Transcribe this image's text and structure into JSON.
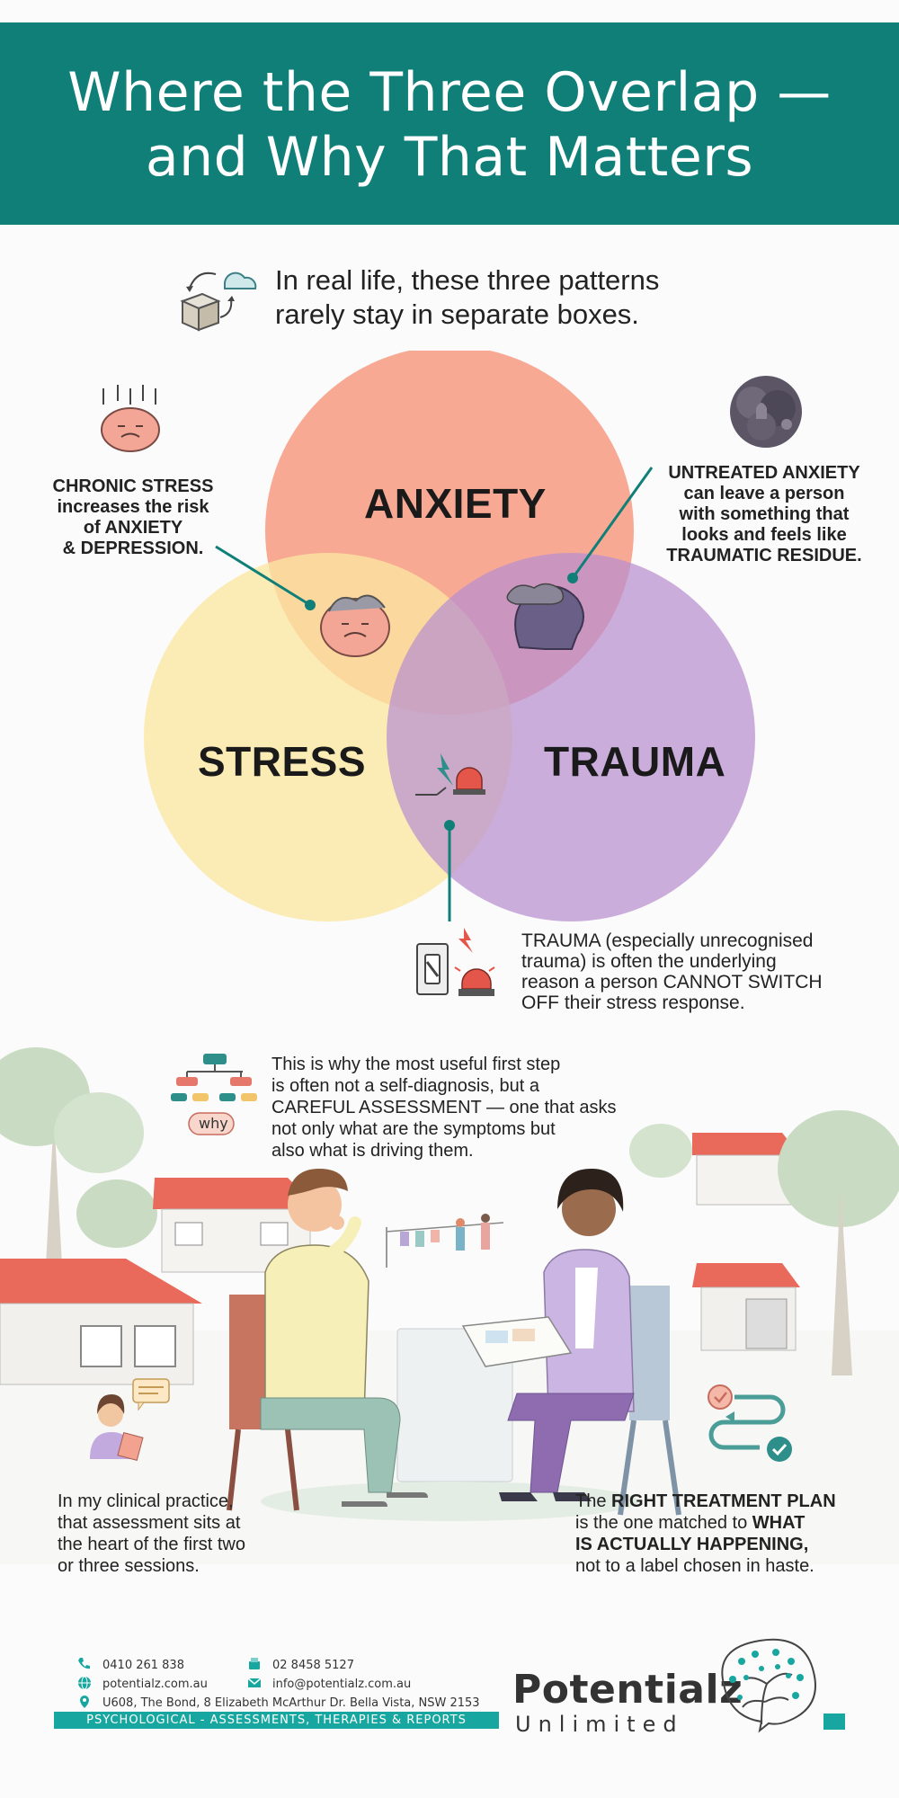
{
  "header": {
    "title_line1": "Where the Three Overlap —",
    "title_line2": "and Why That Matters"
  },
  "intro": {
    "line1": "In real life, these three patterns",
    "line2": "rarely stay in separate boxes.",
    "icon": "box-cloud-icon"
  },
  "venn": {
    "circles": [
      {
        "label": "ANXIETY",
        "color": "#f79a80"
      },
      {
        "label": "STRESS",
        "color": "#fbe7a2"
      },
      {
        "label": "TRAUMA",
        "color": "#b98fd0"
      }
    ]
  },
  "callouts": {
    "stress": {
      "line1": "CHRONIC STRESS",
      "line2": "increases the risk",
      "line3": "of ANXIETY",
      "line4": "& DEPRESSION."
    },
    "anxiety": {
      "line1": "UNTREATED ANXIETY",
      "line2": "can leave a person",
      "line3": "with something that",
      "line4": "looks and feels like",
      "line5": "TRAUMATIC RESIDUE."
    },
    "trauma": {
      "line1": "TRAUMA (especially unrecognised",
      "line2": "trauma) is often the underlying",
      "line3": "reason a person CANNOT SWITCH",
      "line4": "OFF their stress response."
    }
  },
  "assessment": {
    "line1": "This is why the most useful first step",
    "line2": "is often not a self-diagnosis, but a",
    "line3": "CAREFUL ASSESSMENT — one that asks",
    "line4": "not only what are the symptoms but",
    "line5": "also what is driving them.",
    "why_label": "why"
  },
  "practice": {
    "line1": "In my clinical practice,",
    "line2": "that assessment sits at",
    "line3": "the heart of the first two",
    "line4": "or three sessions."
  },
  "treatment": {
    "line1_pre": "The ",
    "line1_bold": "RIGHT TREATMENT PLAN",
    "line2_pre": "is the one matched to ",
    "line2_bold": "WHAT",
    "line3_bold": "IS ACTUALLY HAPPENING,",
    "line4": "not to a label chosen in haste."
  },
  "footer": {
    "phone": "0410  261 838",
    "fax": "02 8458 5127",
    "web": "potentialz.com.au",
    "email": "info@potentialz.com.au",
    "address": "U608, The Bond, 8 Elizabeth McArthur Dr. Bella Vista, NSW 2153",
    "tagline": "PSYCHOLOGICAL - ASSESSMENTS, THERAPIES & REPORTS",
    "logo_main": "Potentialz",
    "logo_sub": "Unlimited"
  },
  "colors": {
    "brand_teal": "#0f7f78",
    "accent_teal": "#18a7a0",
    "anxiety": "#f79a80",
    "stress": "#fbe7a2",
    "trauma": "#b98fd0"
  }
}
